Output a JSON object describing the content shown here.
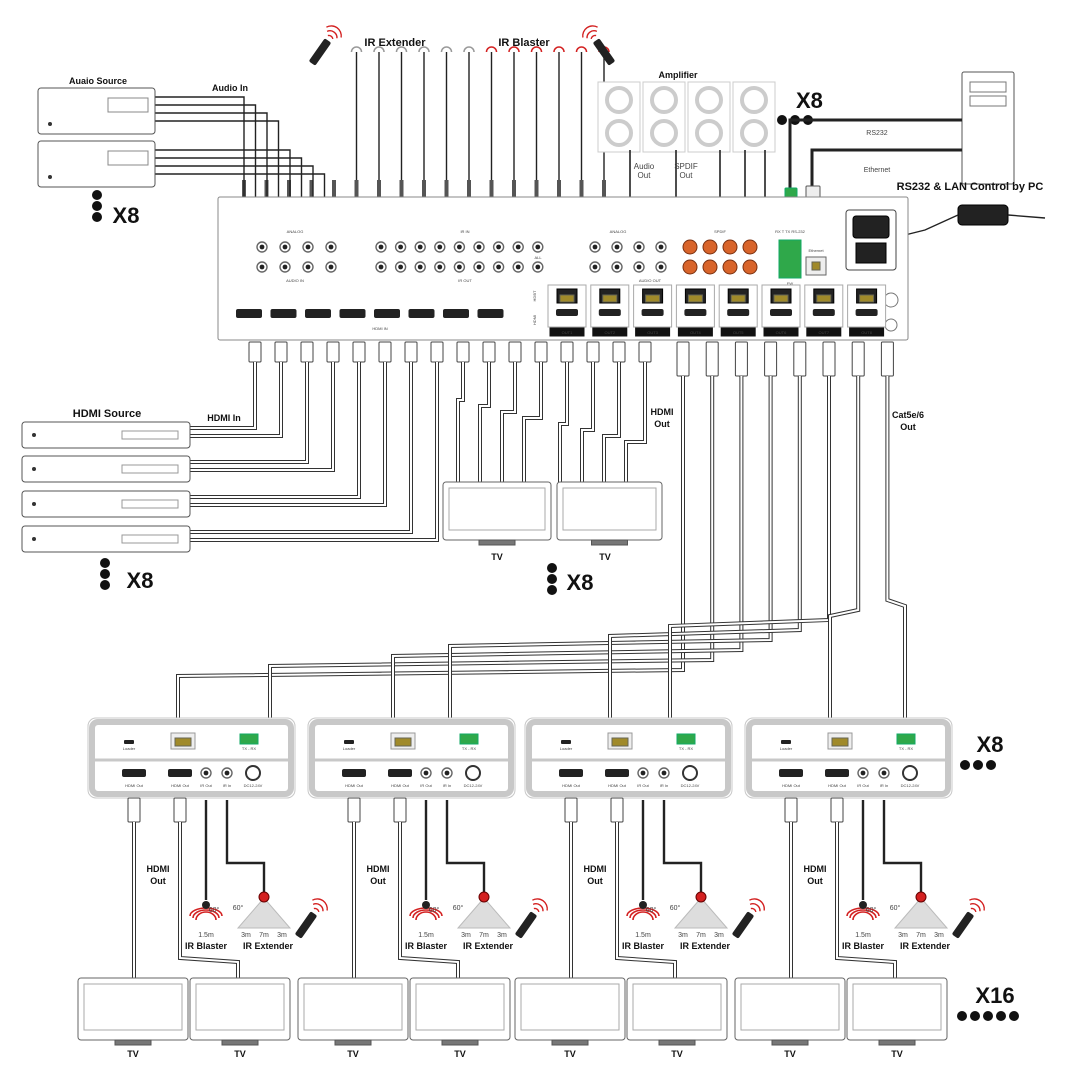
{
  "labels": {
    "ir_extender": "IR Extender",
    "ir_blaster": "IR Blaster",
    "audio_source": "Auaio Source",
    "audio_in": "Audio In",
    "amplifier": "Amplifier",
    "rs232": "RS232",
    "ethernet": "Ethernet",
    "pc_control": "RS232 & LAN Control by PC",
    "hdmi_source": "HDMI Source",
    "hdmi_in": "HDMI In",
    "hdmi_out_line1": "HDMI",
    "hdmi_out_line2": "Out",
    "cat_line1": "Cat5e/6",
    "cat_line2": "Out",
    "amp_audio_out_line1": "Audio",
    "amp_audio_out_line2": "Out",
    "amp_spdif_line1": "SPDIF",
    "amp_spdif_line2": "Out",
    "tv": "TV"
  },
  "multipliers": {
    "amplifier": "X8",
    "audio_source": "X8",
    "hdmi_source": "X8",
    "local_tv": "X8",
    "receivers": "X8",
    "bottom_tv": "X16"
  },
  "panel": {
    "analog": "ANALOG",
    "audio_in": "AUDIO IN",
    "ir_in": "IR IN",
    "ir_out": "IR OUT",
    "analog2": "ANALOG",
    "spdif": "SPDIF",
    "audio_out": "AUDIO OUT",
    "hdmi_in": "HDMI IN",
    "ir_all": "ALL",
    "rs232": "RX T TX RS-232",
    "fw": "FW",
    "ethernet": "Ethernet",
    "ac": "AC 100-240V",
    "hdbt": "HDBT",
    "hdmi": "HDMI",
    "outputs": [
      "OUT1",
      "OUT2",
      "OUT3",
      "OUT4",
      "OUT5",
      "OUT6",
      "OUT7",
      "OUT8"
    ]
  },
  "receiver": {
    "usb": "Loader",
    "rs232": "TX - RX",
    "hdmi_out1": "HDMI Out",
    "hdmi_out2": "HDMI Out",
    "ir_out": "IR Out",
    "ir_in": "IR In",
    "dc": "DC12-24V",
    "hdmi_out_line1": "HDMI",
    "hdmi_out_line2": "Out",
    "blaster_angle": "60°",
    "blaster_range": "1.5m",
    "extender_angle": "60°",
    "extender_ranges": [
      "3m",
      "7m",
      "3m"
    ],
    "ir_blaster": "IR Blaster",
    "ir_extender": "IR Extender"
  },
  "colors": {
    "ir_red": "#d32020",
    "terminal_green": "#2fa84a",
    "spdif_orange": "#d8642a",
    "rj45_gold": "#a08a2a",
    "device_gray": "#c8c8c8"
  }
}
